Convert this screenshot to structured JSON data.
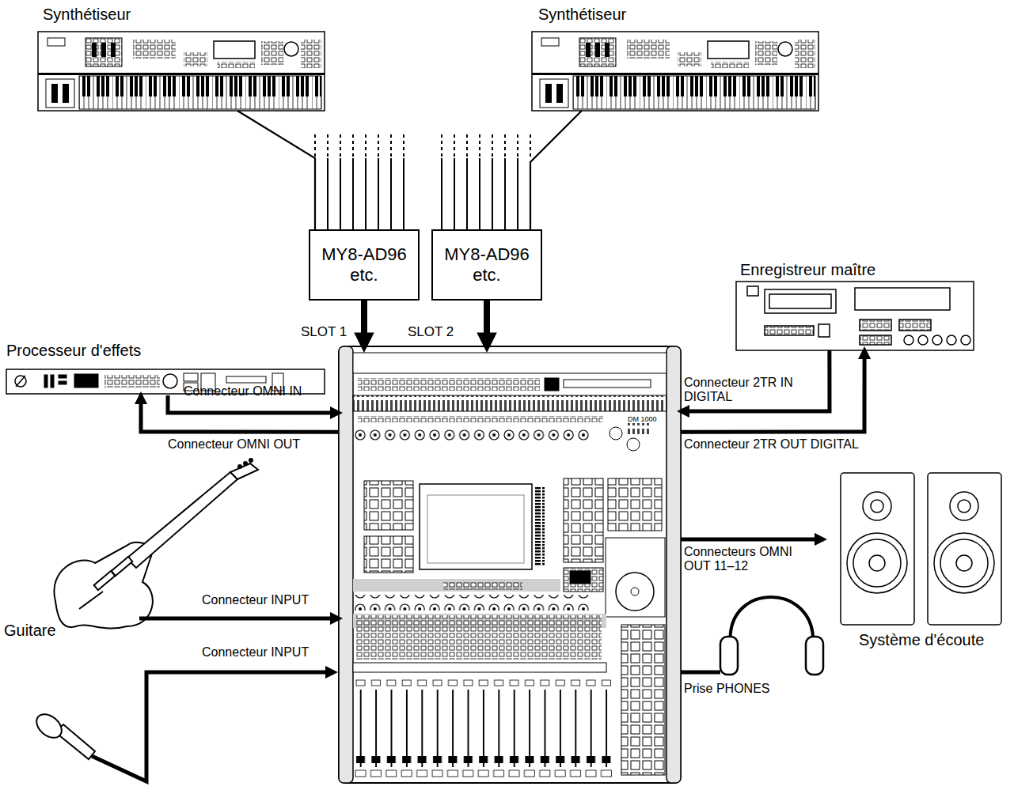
{
  "diagram": {
    "nodes": [
      {
        "text": [
          "Synthétiseur"
        ]
      },
      {
        "text": [
          "Synthétiseur"
        ]
      },
      {
        "text": [
          "MY8-AD96 etc."
        ]
      },
      {
        "text": [
          "MY8-AD96 etc."
        ]
      },
      {
        "text": [
          "Processeur d'effets"
        ]
      },
      {
        "text": [
          "Enregistreur maître"
        ]
      },
      {
        "text": [
          "DM 1000"
        ]
      },
      {
        "text": [
          "Guitare"
        ]
      },
      {
        "text": [
          "Système d'écoute"
        ]
      }
    ],
    "edges": [
      {
        "from": 0,
        "to": 2,
        "arrow": "none"
      },
      {
        "from": 1,
        "to": 3,
        "arrow": "none"
      },
      {
        "from": 2,
        "to": 6,
        "label": "SLOT 1",
        "arrow": "to"
      },
      {
        "from": 3,
        "to": 6,
        "label": "SLOT 2",
        "arrow": "to"
      },
      {
        "from": 4,
        "to": 6,
        "label": "Connecteur OMNI IN",
        "arrow": "to"
      },
      {
        "from": 6,
        "to": 4,
        "label": "Connecteur OMNI OUT",
        "arrow": "to"
      },
      {
        "from": 5,
        "to": 6,
        "label": "Connecteur 2TR IN DIGITAL",
        "arrow": "to"
      },
      {
        "from": 6,
        "to": 5,
        "label": "Connecteur 2TR OUT DIGITAL",
        "arrow": "to"
      },
      {
        "from": 6,
        "to": 8,
        "label": "Connecteurs OMNI OUT 11–12",
        "arrow": "to"
      },
      {
        "from": 7,
        "to": 6,
        "label": "Connecteur INPUT",
        "arrow": "to"
      }
    ],
    "labels": [
      "Connecteur INPUT",
      "Prise PHONES"
    ]
  }
}
